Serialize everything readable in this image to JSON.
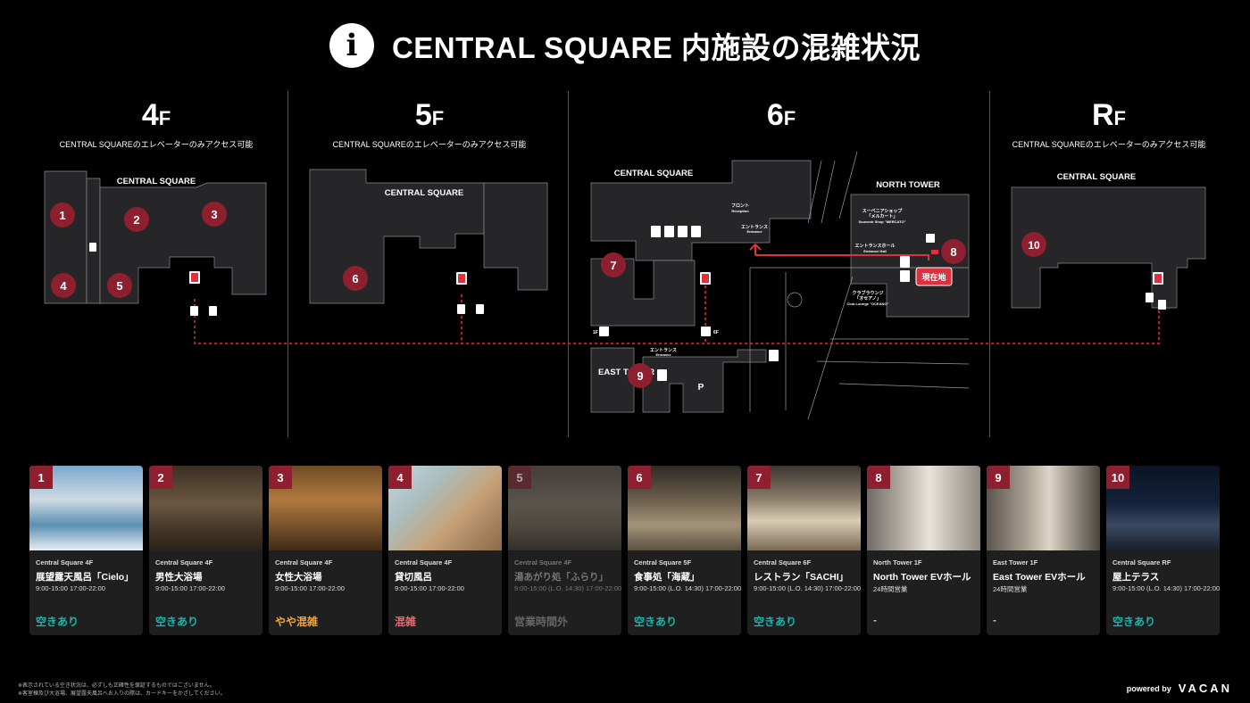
{
  "header": {
    "title": "CENTRAL SQUARE 内施設の混雑状況",
    "icon": "info-icon"
  },
  "floors": [
    {
      "label": "4",
      "suffix": "F",
      "note": "CENTRAL SQUAREのエレベーターのみアクセス可能"
    },
    {
      "label": "5",
      "suffix": "F",
      "note": "CENTRAL SQUAREのエレベーターのみアクセス可能"
    },
    {
      "label": "6",
      "suffix": "F",
      "note": ""
    },
    {
      "label": "R",
      "suffix": "F",
      "note": "CENTRAL SQUAREのエレベーターのみアクセス可能"
    }
  ],
  "map": {
    "central_square": "CENTRAL SQUARE",
    "north_tower": "NORTH TOWER",
    "east_tower": "EAST TOWER",
    "front": "フロント",
    "front_en": "Reception",
    "entrance": "エントランス",
    "entrance_en": "Entrance",
    "souvenir": "スーベニアショップ",
    "souvenir2": "「メルカート」",
    "souvenir_en": "Souvenir Shop \"MERCATO\"",
    "entrance_hall": "エントランスホール",
    "entrance_hall_en": "Entrance Hall",
    "club": "クラブラウンジ",
    "club2": "「オセアノ」",
    "club_en": "Club Lounge \"OCEANO\"",
    "current": "現在地",
    "level_1f": "1F",
    "level_6f": "6F",
    "parking": "P",
    "markers": [
      "1",
      "2",
      "3",
      "4",
      "5",
      "6",
      "7",
      "8",
      "9",
      "10"
    ]
  },
  "cards": [
    {
      "num": "1",
      "loc": "Central Square 4F",
      "name": "展望露天風呂「Cielo」",
      "hours": "9:00-15:00 17:00-22:00",
      "status": "空きあり",
      "color": "#19b5ad",
      "dim": false
    },
    {
      "num": "2",
      "loc": "Central Square 4F",
      "name": "男性大浴場",
      "hours": "9:00-15:00 17:00-22:00",
      "status": "空きあり",
      "color": "#19b5ad",
      "dim": false
    },
    {
      "num": "3",
      "loc": "Central Square 4F",
      "name": "女性大浴場",
      "hours": "9:00-15:00 17:00-22:00",
      "status": "やや混雑",
      "color": "#f2a33a",
      "dim": false
    },
    {
      "num": "4",
      "loc": "Central Square 4F",
      "name": "貸切風呂",
      "hours": "9:00-15:00 17:00-22:00",
      "status": "混雑",
      "color": "#e8696f",
      "dim": false
    },
    {
      "num": "5",
      "loc": "Central Square 4F",
      "name": "湯あがり処「ふらり」",
      "hours": "9:00-15:00 (L.O. 14:30) 17:00-22:00",
      "status": "営業時間外",
      "color": "#666666",
      "dim": true
    },
    {
      "num": "6",
      "loc": "Central Square 5F",
      "name": "食事処「海蔵」",
      "hours": "9:00-15:00 (L.O. 14:30) 17:00-22:00",
      "status": "空きあり",
      "color": "#19b5ad",
      "dim": false
    },
    {
      "num": "7",
      "loc": "Central Square 6F",
      "name": "レストラン「SACHI」",
      "hours": "9:00-15:00 (L.O. 14:30) 17:00-22:00",
      "status": "空きあり",
      "color": "#19b5ad",
      "dim": false
    },
    {
      "num": "8",
      "loc": "North Tower 1F",
      "name": "North Tower EVホール",
      "hours": "24時間営業",
      "status": "-",
      "color": "#bbbbbb",
      "dim": false
    },
    {
      "num": "9",
      "loc": "East Tower 1F",
      "name": "East Tower EVホール",
      "hours": "24時間営業",
      "status": "-",
      "color": "#bbbbbb",
      "dim": false
    },
    {
      "num": "10",
      "loc": "Central Square RF",
      "name": "屋上テラス",
      "hours": "9:00-15:00 (L.O. 14:30) 17:00-22:00",
      "status": "空きあり",
      "color": "#19b5ad",
      "dim": false
    }
  ],
  "footer": {
    "note1": "※表示されている空き状況は、必ずしも正確性を保証するものではございません。",
    "note2": "※客室棟及び大浴場、展望露天風呂へお入りの際は、カードキーをかざしてください。",
    "powered": "powered by",
    "brand": "VACAN"
  },
  "colors": {
    "marker": "#8e1f2f",
    "route": "#e0303e",
    "accent_teal": "#19b5ad",
    "crowded_orange": "#f2a33a",
    "full_red": "#e8696f"
  }
}
